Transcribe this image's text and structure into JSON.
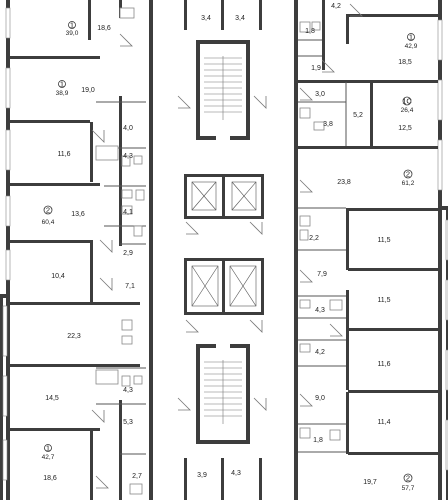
{
  "rooms": {
    "left": [
      "18,6",
      "19,0",
      "4,0",
      "11,6",
      "4,3",
      "13,6",
      "4,1",
      "2,9",
      "10,4",
      "7,1",
      "22,3",
      "4,3",
      "14,5",
      "5,3",
      "18,6",
      "2,7"
    ],
    "center": [
      "3,4",
      "3,4",
      "3,9",
      "4,3"
    ],
    "right": [
      "4,2",
      "1,8",
      "18,5",
      "1,9",
      "3,0",
      "5,2",
      "3,8",
      "12,5",
      "23,8",
      "2,2",
      "11,5",
      "7,9",
      "11,5",
      "4,3",
      "4,2",
      "11,6",
      "9,0",
      "11,4",
      "1,8",
      "19,7"
    ]
  },
  "badges": [
    {
      "num": "1",
      "total": "39,0"
    },
    {
      "num": "1",
      "total": "38,9"
    },
    {
      "num": "2",
      "total": "60,4"
    },
    {
      "num": "1",
      "total": "42,7"
    },
    {
      "num": "1",
      "total": "42,9"
    },
    {
      "num": "1C",
      "total": "26,4"
    },
    {
      "num": "2",
      "total": "61,2"
    },
    {
      "num": "2",
      "total": "57,7"
    }
  ]
}
